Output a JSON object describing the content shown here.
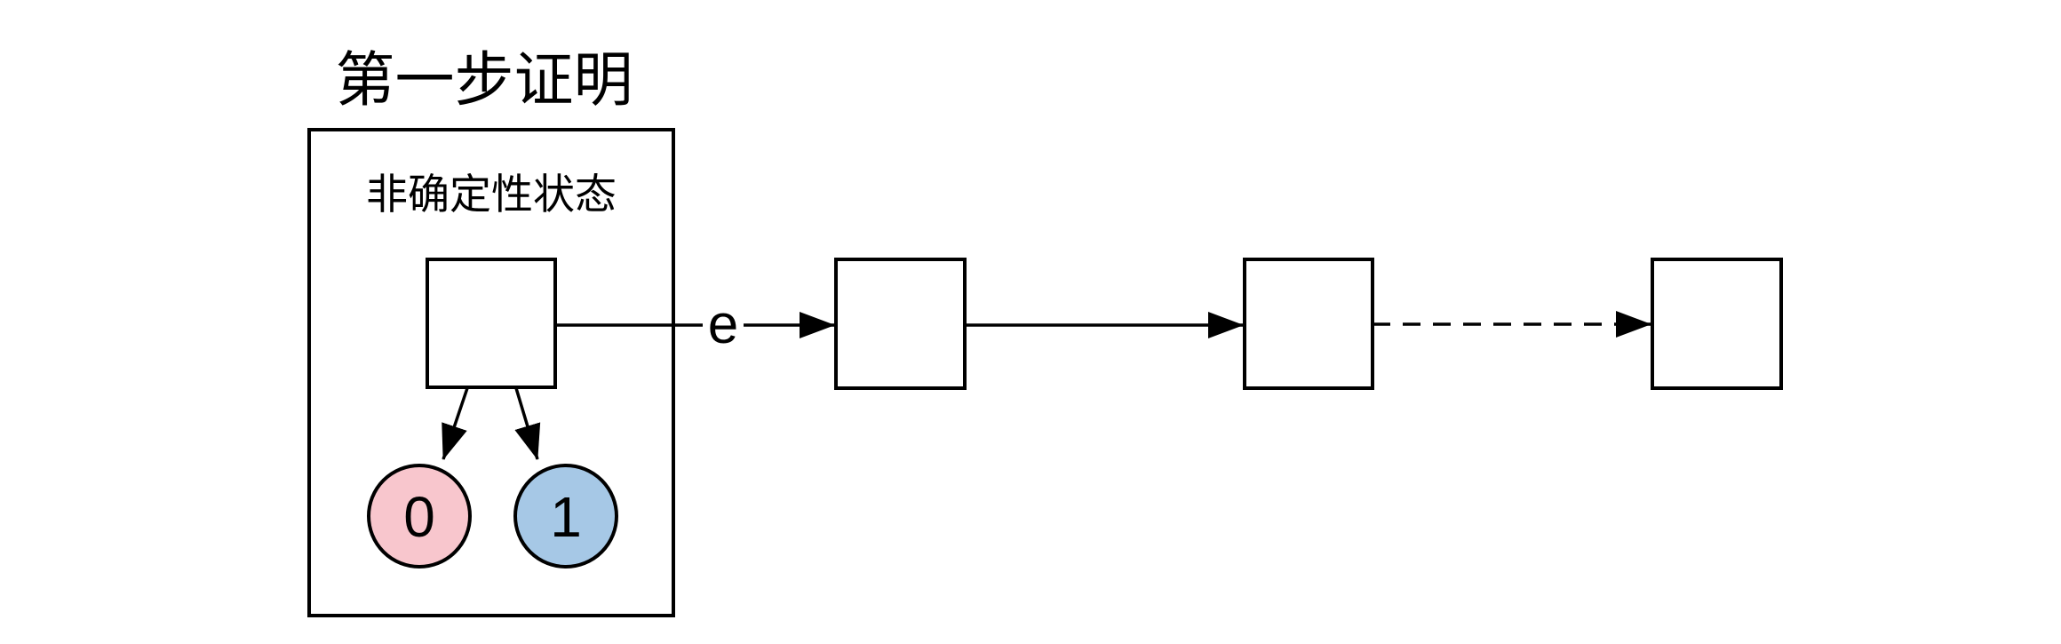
{
  "page": {
    "background_color": "#ffffff"
  },
  "diagram": {
    "title": "第一步证明",
    "group": {
      "label": "非确定性状态"
    },
    "edges": {
      "epsilon_label": "e"
    },
    "outputs": {
      "zero": {
        "label": "0",
        "fill": "#f8c6cd"
      },
      "one": {
        "label": "1",
        "fill": "#a6c8e6"
      }
    },
    "colors": {
      "stroke": "#000000",
      "node_fill": "#ffffff"
    }
  }
}
